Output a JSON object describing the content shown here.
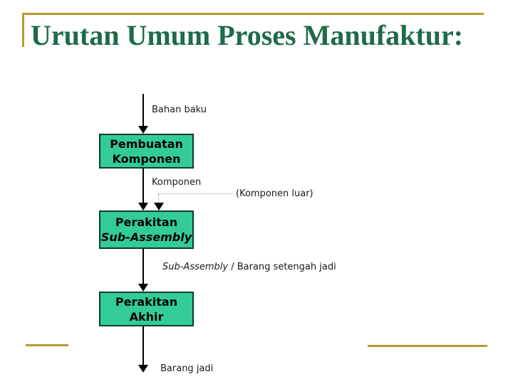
{
  "slide": {
    "title": "Urutan Umum Proses Manufaktur:",
    "colors": {
      "accent_gold": "#B89B2F",
      "title_green": "#1E6B47",
      "box_fill": "#33CC99",
      "box_border": "#0B3B28",
      "arrow_black": "#000000",
      "label_dark": "#1A1A1A",
      "dotted_gray": "#9A9A9A"
    }
  },
  "flowchart": {
    "input_label": "Bahan baku",
    "boxes": [
      {
        "line1": "Pembuatan",
        "line2": "Komponen"
      },
      {
        "line1": "Perakitan",
        "line2": "Sub-Assembly"
      },
      {
        "line1": "Perakitan",
        "line2": "Akhir"
      }
    ],
    "intermediate_label": "Komponen",
    "external_label": "(Komponen luar)",
    "subassembly_label_italic": "Sub-Assembly",
    "subassembly_label_rest": " / Barang setengah jadi",
    "output_label": "Barang jadi"
  }
}
